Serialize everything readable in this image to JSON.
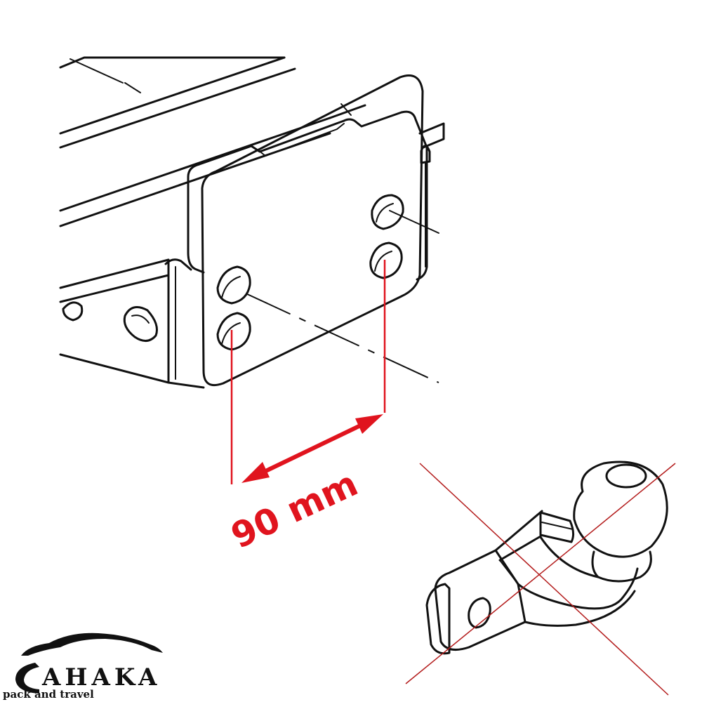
{
  "dimension": {
    "label": "90 mm",
    "color": "#e0141e"
  },
  "logo": {
    "name": "AHAKA",
    "tagline": "pack and travel",
    "color": "#111111"
  },
  "cross_out": {
    "color": "#b31b1b"
  }
}
